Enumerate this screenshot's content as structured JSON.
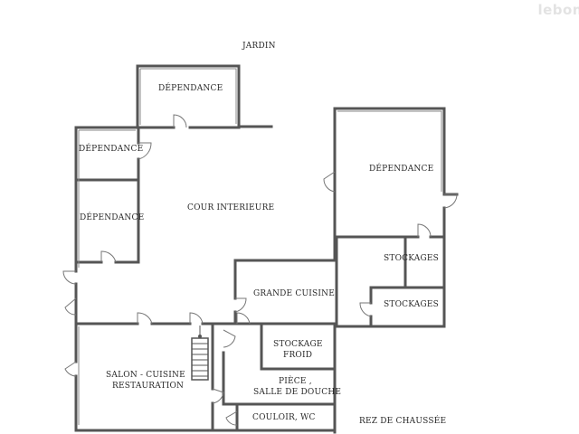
{
  "watermark": "lebon",
  "labels": {
    "jardin": "JARDIN",
    "dependance_top": "DÉPENDANCE",
    "dependance_left_1": "DÉPENDANCE",
    "dependance_left_2": "DÉPENDANCE",
    "dependance_right": "DÉPENDANCE",
    "cour": "COUR INTERIEURE",
    "stockages_1": "STOCKAGES",
    "stockages_2": "STOCKAGES",
    "grande_cuisine": "GRANDE CUISINE",
    "stockage_froid_1": "STOCKAGE",
    "stockage_froid_2": "FROID",
    "piece_1": "PIÈCE ,",
    "piece_2": "SALLE DE DOUCHE",
    "salon_1": "SALON - CUISINE",
    "salon_2": "RESTAURATION",
    "couloir": "COULOIR, WC",
    "rdc": "REZ DE CHAUSSÉE"
  },
  "colors": {
    "wall": "#555555",
    "wall_inner": "#ffffff",
    "text": "#2a2a2a",
    "watermark": "#e3e3e3"
  }
}
